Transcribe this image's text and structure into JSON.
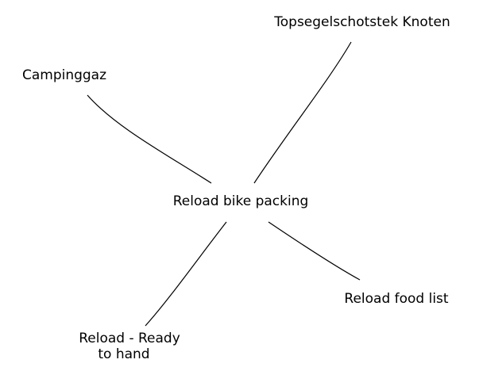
{
  "central": {
    "label": "Reload bike packing"
  },
  "branches": [
    {
      "key": "topsegel",
      "lines": [
        "Topsegelschotstek Knoten"
      ]
    },
    {
      "key": "campinggaz",
      "lines": [
        "Campinggaz"
      ]
    },
    {
      "key": "food",
      "lines": [
        "Reload food list"
      ]
    },
    {
      "key": "ready",
      "lines": [
        "Reload - Ready",
        "to hand"
      ]
    }
  ],
  "colors": {
    "line": "#000000",
    "text": "#000000",
    "background": "#ffffff"
  }
}
